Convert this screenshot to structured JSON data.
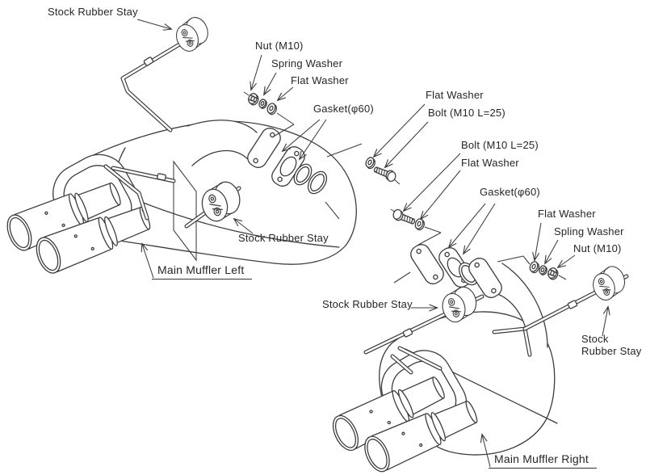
{
  "diagram": {
    "type": "exploded-parts-line-drawing",
    "subject": "Dual exhaust main muffler installation (left and right) with gaskets, bolts, washers, nuts and rubber stays",
    "background_color": "#ffffff",
    "line_color": "#3c3c3c",
    "text_color": "#262626",
    "labels": {
      "stay_top_left": "Stock Rubber Stay",
      "nut_left": "Nut (M10)",
      "spring_washer_left": "Spring Washer",
      "flat_washer_left_top": "Flat Washer",
      "gasket_left": "Gasket(φ60)",
      "flat_washer_left_bolt": "Flat Washer",
      "bolt_left": "Bolt (M10 L=25)",
      "bolt_right": "Bolt (M10 L=25)",
      "flat_washer_right_bolt": "Flat Washer",
      "gasket_right": "Gasket(φ60)",
      "flat_washer_right": "Flat Washer",
      "spling_washer_right": "Spling Washer",
      "nut_right": "Nut (M10)",
      "stay_mid_left": "Stock Rubber Stay",
      "main_muffler_left": "Main Muffler Left",
      "stay_mid_right": "Stock Rubber Stay",
      "stay_far_right_line1": "Stock",
      "stay_far_right_line2": "Rubber Stay",
      "main_muffler_right": "Main Muffler Right"
    }
  }
}
